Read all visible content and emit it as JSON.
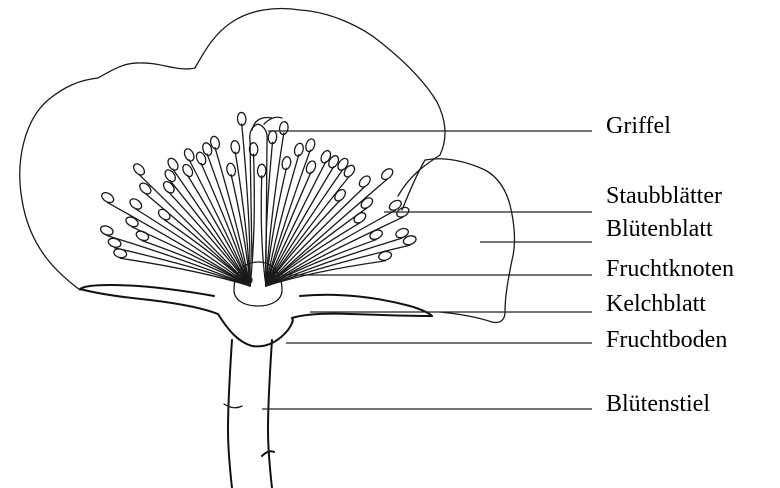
{
  "labels": {
    "griffel": "Griffel",
    "staubblaetter": "Staubblätter",
    "bluetenblatt": "Blütenblatt",
    "fruchtknoten": "Fruchtknoten",
    "kelchblatt": "Kelchblatt",
    "fruchtboden": "Fruchtboden",
    "bluetenstiel": "Blütenstiel"
  },
  "colors": {
    "ink": "#1a1a1a",
    "background": "#ffffff"
  }
}
